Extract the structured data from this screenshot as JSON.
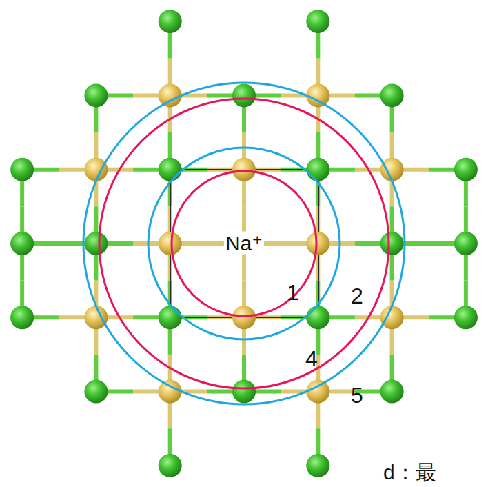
{
  "diagram": {
    "labels": [
      "Na⁺",
      "1",
      "2",
      "4",
      "5",
      "d：最"
    ]
  }
}
